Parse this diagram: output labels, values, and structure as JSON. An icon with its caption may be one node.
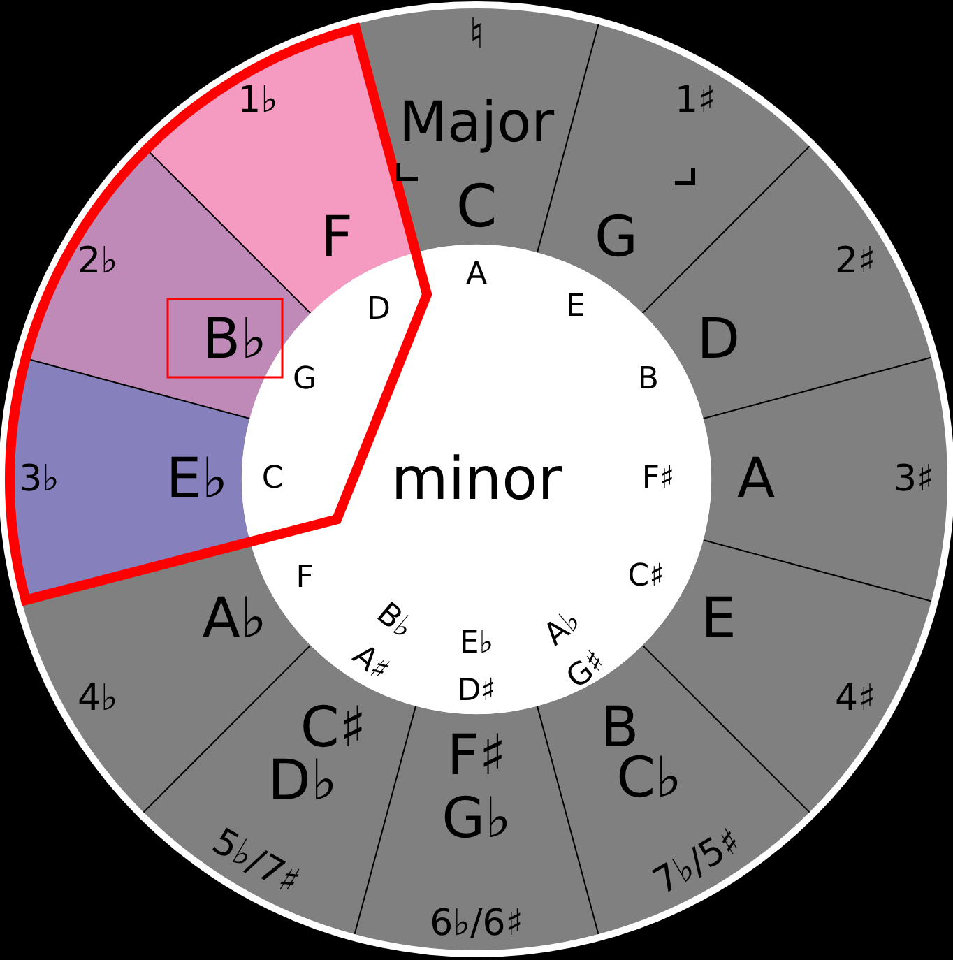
{
  "diagram": {
    "nodes": [
      {
        "text": [
          "♮",
          "C"
        ]
      },
      {
        "text": [
          "1♯",
          "G"
        ]
      },
      {
        "text": [
          "2♯",
          "D"
        ]
      },
      {
        "text": [
          "A",
          "3♯"
        ]
      },
      {
        "text": [
          "E",
          "4♯"
        ]
      },
      {
        "text": [
          "B",
          "C♭",
          "7♭/5♯"
        ]
      },
      {
        "text": [
          "F♯",
          "G♭",
          "6♭/6♯"
        ]
      },
      {
        "text": [
          "C♯",
          "D♭",
          "5♭/7♯"
        ]
      },
      {
        "text": [
          "A♭",
          "4♭"
        ]
      },
      {
        "text": [
          "3♭",
          "E♭"
        ]
      },
      {
        "text": [
          "2♭",
          "B♭"
        ]
      },
      {
        "text": [
          "1♭",
          "F"
        ]
      }
    ],
    "labels": [
      "Major",
      "minor",
      "A",
      "E",
      "B",
      "F♯",
      "C♯",
      "A♭",
      "G♯",
      "E♭",
      "D♯",
      "B♭",
      "A♯",
      "F",
      "C",
      "G",
      "D"
    ]
  }
}
